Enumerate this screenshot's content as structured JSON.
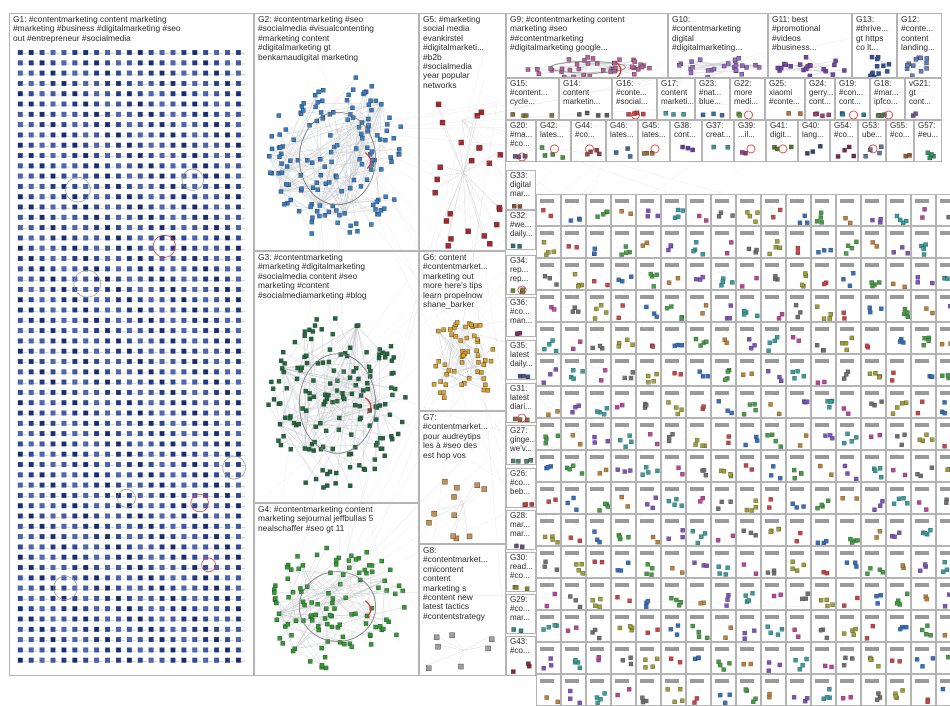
{
  "colors": {
    "border": "#b4b4b4",
    "edge": "#c8c8c8",
    "node_stroke": "#333333",
    "highlight": "#e03030",
    "cell_bg": "#ffffff"
  },
  "groups": [
    {
      "id": "G1",
      "label": "G1: #contentmarketing content marketing\n#marketing #business #digitalmarketing #seo\nout #entrepreneur #socialmedia",
      "color": "#1f3a93",
      "style": "grid"
    },
    {
      "id": "G2",
      "label": "G2: #contentmarketing #seo\n#socialmedia #visualcontenting\n#marketing content\n#digitalmarketing gt\nbenkamaudigital marketing",
      "color": "#2f7fd0",
      "style": "cluster"
    },
    {
      "id": "G3",
      "label": "G3: #contentmarketing\n#marketing #digitalmarketing\n#socialmedia content #seo\nmarketing #content\n#socialmediamarketing #blog",
      "color": "#1c6b3b",
      "style": "cluster"
    },
    {
      "id": "G4",
      "label": "G4: #contentmarketing content\nmarketing sejournal jeffbullas 5\nnealschaffer #seo gt 11",
      "color": "#2aa02a",
      "style": "cluster"
    },
    {
      "id": "G5",
      "label": "G5: #marketing\nsocial media\nevankirstel\n#digitalmarketi...\n#b2b\n#socialmedia\nyear popular\nnetworks",
      "color": "#b0202a",
      "style": "sparse"
    },
    {
      "id": "G6",
      "label": "G6: content\n#contentmarket...\nmarketing out\nmore here's tips\nlearn propelnow\nshane_barker",
      "color": "#e0a020",
      "style": "cluster"
    },
    {
      "id": "G7",
      "label": "G7:\n#contentmarket...\npour audreytips\nles à #seo des\nest hop vos",
      "color": "#c89050",
      "style": "sparse"
    },
    {
      "id": "G8",
      "label": "G8:\n#contentmarket...\ncmicontent\ncontent\nmarketing s\n#content new\nlatest tactics\n#contentstrategy",
      "color": "#a0a0a0",
      "style": "sparse"
    },
    {
      "id": "G9",
      "label": "G9: #contentmarketing content\nmarketing #seo\n##contentmarketing\n#digitalmarketing google...",
      "color": "#c060a0",
      "style": "cluster"
    },
    {
      "id": "G10",
      "label": "G10:\n#contentmarketing\ndigital\n#digitalmarketing...",
      "color": "#9a66cc",
      "style": "cluster"
    },
    {
      "id": "G11",
      "label": "G11: best\n#promotional\n#videos\n#business...",
      "color": "#7a3fb0",
      "style": "cluster"
    },
    {
      "id": "G13",
      "label": "G13:\n#thrive...\ngt https\nco lt...",
      "color": "#3050a0",
      "style": "cluster"
    },
    {
      "id": "G12",
      "label": "G12:\n#conte...\ncontent\nlanding...",
      "color": "#6080c0",
      "style": "cluster"
    },
    {
      "id": "G15",
      "label": "G15:\n#content...\ncycle...",
      "color": "#8a6a30",
      "style": "few"
    },
    {
      "id": "G14",
      "label": "G14:\ncontent\nmarketin...",
      "color": "#5a5a5a",
      "style": "few"
    },
    {
      "id": "G16",
      "label": "G16:\n#conte...\n#social...",
      "color": "#d04040",
      "style": "few"
    },
    {
      "id": "G17",
      "label": "G17:\ncontent\nmarketi...",
      "color": "#40a0a0",
      "style": "few"
    },
    {
      "id": "G23",
      "label": "G23:\n#nat...\nblue...",
      "color": "#3070c0",
      "style": "few"
    },
    {
      "id": "G22",
      "label": "G22:\nmore\nmedi...",
      "color": "#60a030",
      "style": "few"
    },
    {
      "id": "G25",
      "label": "G25:\nxiaomi\n#conte...",
      "color": "#c07030",
      "style": "few"
    },
    {
      "id": "G24",
      "label": "G24:\ngerry...\ncont...",
      "color": "#a04080",
      "style": "few"
    },
    {
      "id": "G19",
      "label": "G19:\n#con...\ncont...",
      "color": "#2080a0",
      "style": "few"
    },
    {
      "id": "G18",
      "label": "G18:\n#mar...\nipfco...",
      "color": "#508050",
      "style": "few"
    },
    {
      "id": "G21",
      "label": "vG21:\ngt\ncont...",
      "color": "#8050a0",
      "style": "few"
    },
    {
      "id": "G20",
      "label": "G20:\n#ma...\n#co...",
      "color": "#5a5a9a",
      "style": "few"
    },
    {
      "id": "G42",
      "label": "G42:\nlates...",
      "color": "#3a9a3a",
      "style": "few"
    },
    {
      "id": "G44",
      "label": "G44:\n#co...",
      "color": "#9a3a3a",
      "style": "few"
    },
    {
      "id": "G46",
      "label": "G46:\nlates...",
      "color": "#3a6a9a",
      "style": "few"
    },
    {
      "id": "G45",
      "label": "G45:\nlates...",
      "color": "#9a7a3a",
      "style": "few"
    },
    {
      "id": "G38",
      "label": "G38:\ncont...",
      "color": "#6a3a9a",
      "style": "few"
    },
    {
      "id": "G37",
      "label": "G37:\ncreat...",
      "color": "#3a9a8a",
      "style": "few"
    },
    {
      "id": "G39",
      "label": "G39:\n...il...",
      "color": "#9a3a7a",
      "style": "few"
    },
    {
      "id": "G41",
      "label": "G41:\ndigit...",
      "color": "#4a7a2a",
      "style": "few"
    },
    {
      "id": "G40",
      "label": "G40:\nlang...",
      "color": "#2a4a7a",
      "style": "few"
    },
    {
      "id": "G54",
      "label": "G54:\n#co...",
      "color": "#7a2a4a",
      "style": "few"
    },
    {
      "id": "G53",
      "label": "G53:\nube...",
      "color": "#5a7a9a",
      "style": "few"
    },
    {
      "id": "G55",
      "label": "G55:\n#co...",
      "color": "#9a5a2a",
      "style": "few"
    },
    {
      "id": "G57",
      "label": "G57:\n#eu...",
      "color": "#2a9a5a",
      "style": "few"
    },
    {
      "id": "G33",
      "label": "G33:\ndigital\nmar...",
      "color": "#8a4a2a",
      "style": "few"
    },
    {
      "id": "G32",
      "label": "G32:\n#we...\ndaily...",
      "color": "#2a6a8a",
      "style": "few"
    },
    {
      "id": "G34",
      "label": "G34:\nrep...\nrep...",
      "color": "#6a8a2a",
      "style": "few"
    },
    {
      "id": "G36",
      "label": "G36:\n#co...\nman...",
      "color": "#8a2a6a",
      "style": "few"
    },
    {
      "id": "G35",
      "label": "G35:\nlatest\ndaily...",
      "color": "#4a4a8a",
      "style": "few"
    },
    {
      "id": "G31",
      "label": "G31:\nlatest\ndiari...",
      "color": "#8a6a4a",
      "style": "few"
    },
    {
      "id": "G27",
      "label": "G27:\nginge...\nwe'v...",
      "color": "#4a8a6a",
      "style": "few"
    },
    {
      "id": "G26",
      "label": "G26:\n#co...\nbeb...",
      "color": "#d03030",
      "style": "few"
    },
    {
      "id": "G28",
      "label": "G28:\nmar...\nmar...",
      "color": "#6a4a8a",
      "style": "few"
    },
    {
      "id": "G30",
      "label": "G30:\nread...\n#co...",
      "color": "#8a8a2a",
      "style": "few"
    },
    {
      "id": "G29",
      "label": "G29:\n#co...\nmar...",
      "color": "#2a8a8a",
      "style": "few"
    },
    {
      "id": "G43",
      "label": "G43:\n#co...",
      "color": "#8a2a2a",
      "style": "few"
    }
  ]
}
